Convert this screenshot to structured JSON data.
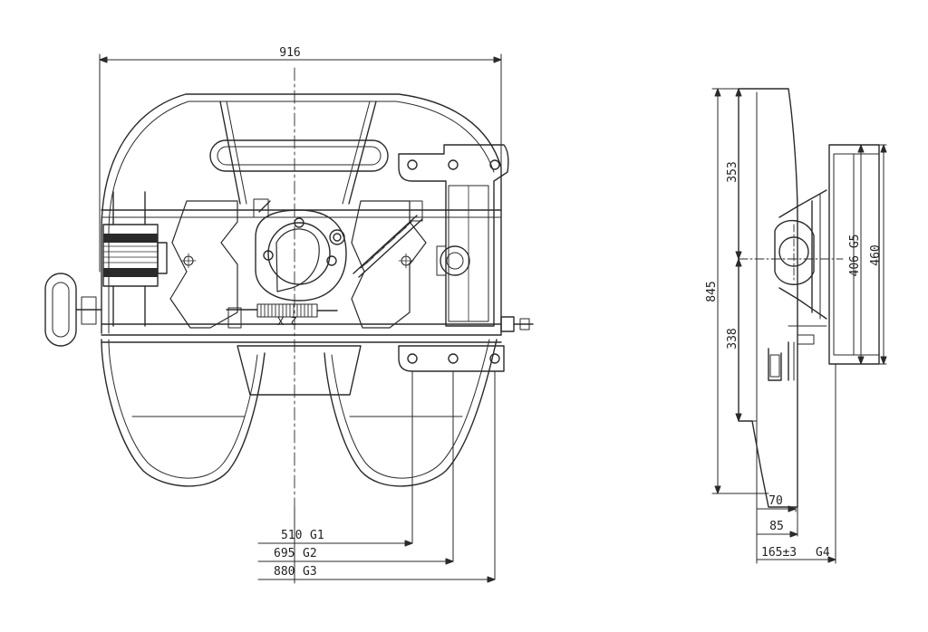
{
  "front_view": {
    "overall_width": "916",
    "spring_label": "2 X",
    "gauges": [
      {
        "value": "510",
        "label": "G1"
      },
      {
        "value": "695",
        "label": "G2"
      },
      {
        "value": "880",
        "label": "G3"
      }
    ]
  },
  "side_view": {
    "overall_height": "845",
    "upper_height": "353",
    "lower_height": "338",
    "mount_length": "406 G5",
    "plate_length": "460",
    "dim_70": "70",
    "dim_85": "85",
    "dim_165": "165±3",
    "dim_165_label": "G4"
  },
  "colors": {
    "line": "#2a2a2a",
    "paper": "#ffffff"
  }
}
